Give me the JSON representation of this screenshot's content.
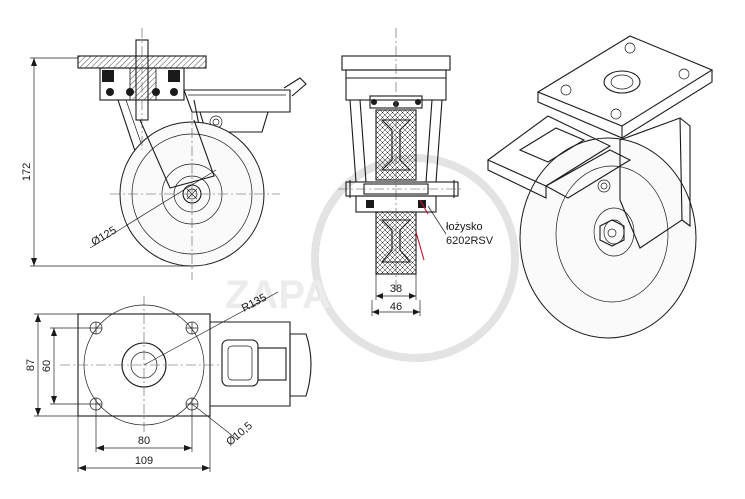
{
  "dimensions": {
    "height_total": "172",
    "wheel_diameter": "Ø125",
    "wheel_width": "38",
    "hub_length": "46",
    "swivel_radius": "R135",
    "plate_height": "87",
    "bolt_spacing_v": "60",
    "bolt_spacing_h": "80",
    "plate_width": "109",
    "bolt_hole": "Ø10,5"
  },
  "bearing_label": {
    "line1": "łożysko",
    "line2": "6202RSV"
  },
  "watermark": "ZAPA",
  "colors": {
    "line": "#1a1a1a",
    "bearing_accent": "#c8102e",
    "watermark": "#e3e3e3"
  }
}
